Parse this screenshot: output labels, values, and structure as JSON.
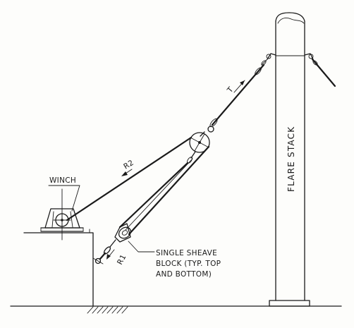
{
  "labels": {
    "winch": "WINCH",
    "r2": "R2",
    "t": "T",
    "r1": "R1",
    "flare_stack": "FLARE  STACK",
    "sheave_line1": "SINGLE SHEAVE",
    "sheave_line2": "BLOCK (TYP. TOP",
    "sheave_line3": "AND BOTTOM)"
  }
}
